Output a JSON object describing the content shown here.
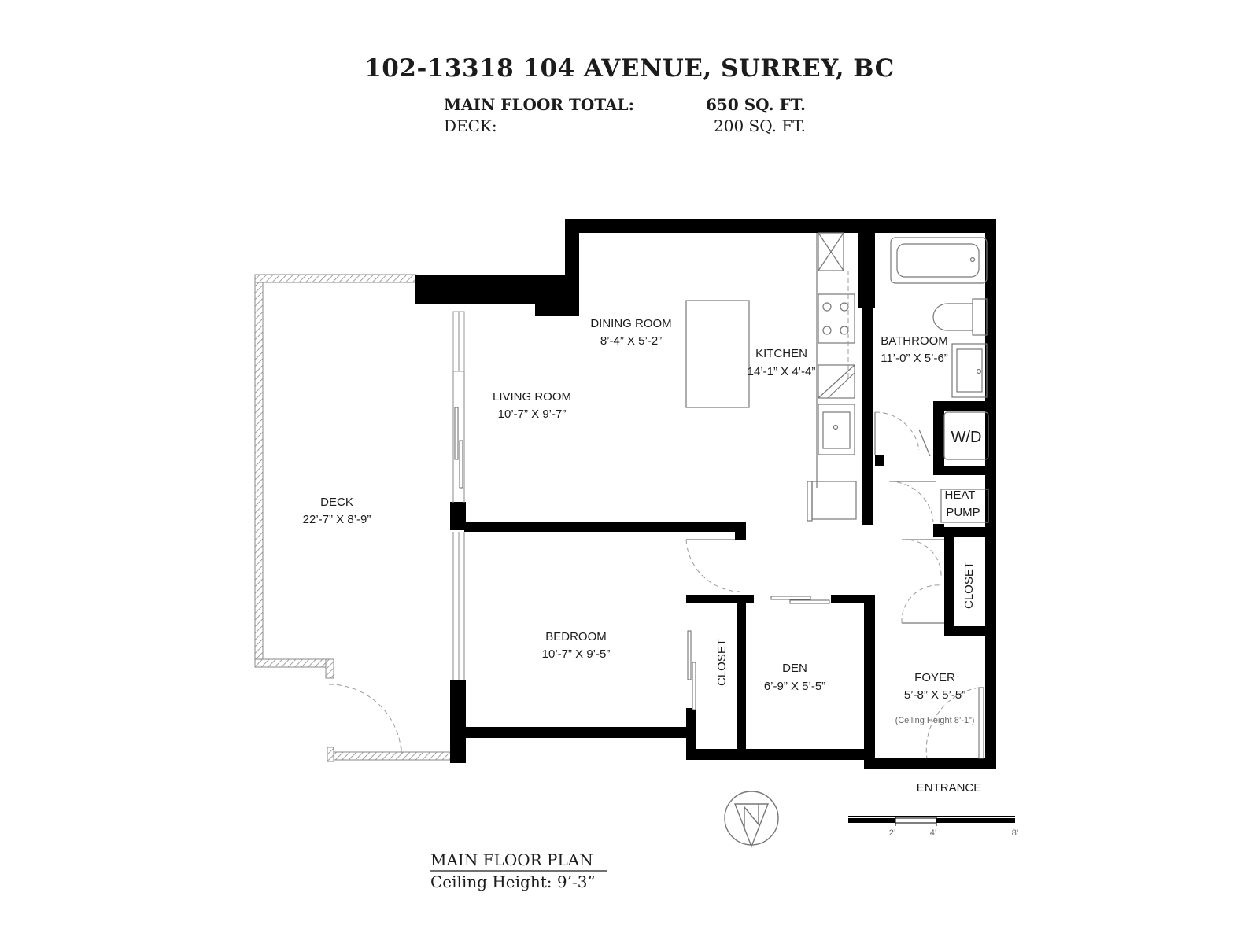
{
  "header": {
    "address": "102-13318 104 AVENUE, SURREY, BC",
    "main_floor_label": "MAIN FLOOR TOTAL:",
    "main_floor_value": "650 SQ. FT.",
    "deck_label": "DECK:",
    "deck_value": "200 SQ. FT."
  },
  "rooms": {
    "dining": {
      "name": "DINING ROOM",
      "dims": "8’-4” X 5’-2”"
    },
    "kitchen": {
      "name": "KITCHEN",
      "dims": "14’-1” X 4’-4”"
    },
    "bathroom": {
      "name": "BATHROOM",
      "dims": "11’-0” X 5’-6”"
    },
    "living": {
      "name": "LIVING ROOM",
      "dims": "10’-7” X 9’-7”"
    },
    "deck": {
      "name": "DECK",
      "dims": "22’-7” X 8’-9”"
    },
    "bedroom": {
      "name": "BEDROOM",
      "dims": "10’-7” X 9’-5”"
    },
    "den": {
      "name": "DEN",
      "dims": "6’-9” X 5’-5”"
    },
    "foyer": {
      "name": "FOYER",
      "dims": "5’-8” X 5’-5”",
      "note": "(Ceiling Height 8’-1”)"
    }
  },
  "labels": {
    "wd": "W/D",
    "heat_pump_1": "HEAT",
    "heat_pump_2": "PUMP",
    "closet_hall": "CLOSET",
    "closet_bedroom": "CLOSET",
    "entrance": "ENTRANCE"
  },
  "scale_bar": {
    "ticks": [
      "2’",
      "4’",
      "8’"
    ]
  },
  "footer": {
    "plan_name": "MAIN FLOOR PLAN",
    "ceiling_height": "Ceiling Height: 9’-3”"
  }
}
